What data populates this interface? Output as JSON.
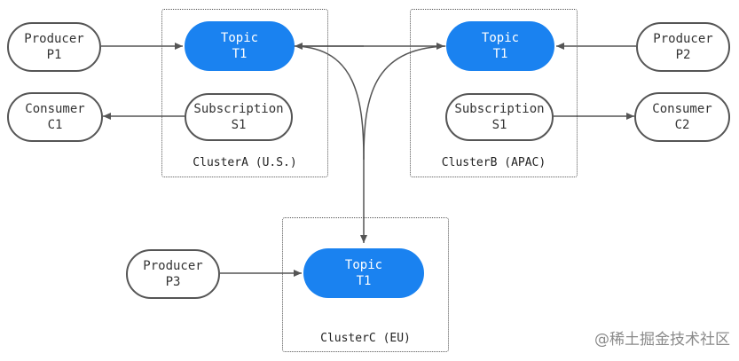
{
  "clusters": {
    "a": {
      "label": "ClusterA (U.S.)"
    },
    "b": {
      "label": "ClusterB (APAC)"
    },
    "c": {
      "label": "ClusterC (EU)"
    }
  },
  "nodes": {
    "producer_p1": {
      "line1": "Producer",
      "line2": "P1"
    },
    "consumer_c1": {
      "line1": "Consumer",
      "line2": "C1"
    },
    "topic_a": {
      "line1": "Topic",
      "line2": "T1"
    },
    "subscription_a": {
      "line1": "Subscription",
      "line2": "S1"
    },
    "topic_b": {
      "line1": "Topic",
      "line2": "T1"
    },
    "subscription_b": {
      "line1": "Subscription",
      "line2": "S1"
    },
    "producer_p2": {
      "line1": "Producer",
      "line2": "P2"
    },
    "consumer_c2": {
      "line1": "Consumer",
      "line2": "C2"
    },
    "producer_p3": {
      "line1": "Producer",
      "line2": "P3"
    },
    "topic_c": {
      "line1": "Topic",
      "line2": "T1"
    }
  },
  "colors": {
    "topic_fill": "#1a82f0",
    "outline": "#555555",
    "edge": "#555555"
  },
  "watermark": "@稀土掘金技术社区"
}
